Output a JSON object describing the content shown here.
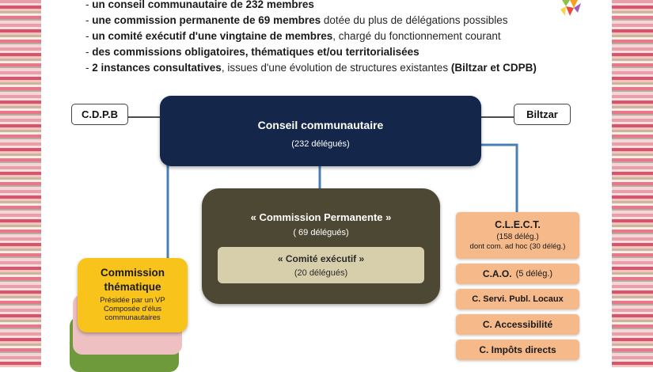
{
  "bullets": [
    {
      "prefix": "- ",
      "bold": "un conseil communautaire de 232 membres",
      "rest": ""
    },
    {
      "prefix": "- ",
      "bold": "une commission permanente de 69 membres",
      "rest": " dotée du plus de délégations possibles"
    },
    {
      "prefix": "- ",
      "bold": "un comité exécutif d'une vingtaine de membres",
      "rest": ", chargé du fonctionnement courant"
    },
    {
      "prefix": "- ",
      "bold": "des commissions obligatoires, thématiques et/ou territorialisées",
      "rest": ""
    },
    {
      "prefix": "-  ",
      "bold": "2 instances consultatives",
      "rest": ", issues d'une évolution de structures existantes ",
      "bold2": "(Biltzar et CDPB)"
    }
  ],
  "diagram": {
    "cdpb": "C.D.P.B",
    "biltzar": "Biltzar",
    "conseil": {
      "title": "Conseil communautaire",
      "sub": "(232 délégués)"
    },
    "permanente": {
      "title": "« Commission Permanente »",
      "sub": "( 69 délégués)"
    },
    "comite": {
      "title": "« Comité exécutif »",
      "sub": "(20 délégués)"
    },
    "thematique": {
      "title_line1": "Commission",
      "title_line2": "thématique",
      "sub_line1": "Présidée par un VP",
      "sub_line2": "Composée d'élus",
      "sub_line3": "communautaires"
    },
    "clect": {
      "title": "C.L.E.C.T.",
      "sub1": "(158 délég.)",
      "sub2": "dont com. ad hoc (30 délég.)"
    },
    "cao": {
      "title": "C.A.O.",
      "extra": "(5 délég.)"
    },
    "services": "C. Servi. Publ. Locaux",
    "accessibilite": "C. Accessibilité",
    "impots": "C. Impôts directs"
  },
  "colors": {
    "conseil": "#14274a",
    "permanente": "#4d4833",
    "comite": "#d7cfab",
    "orange": "#f5b98a",
    "yellow": "#f8c31a",
    "connector": "#4a7fb5"
  }
}
